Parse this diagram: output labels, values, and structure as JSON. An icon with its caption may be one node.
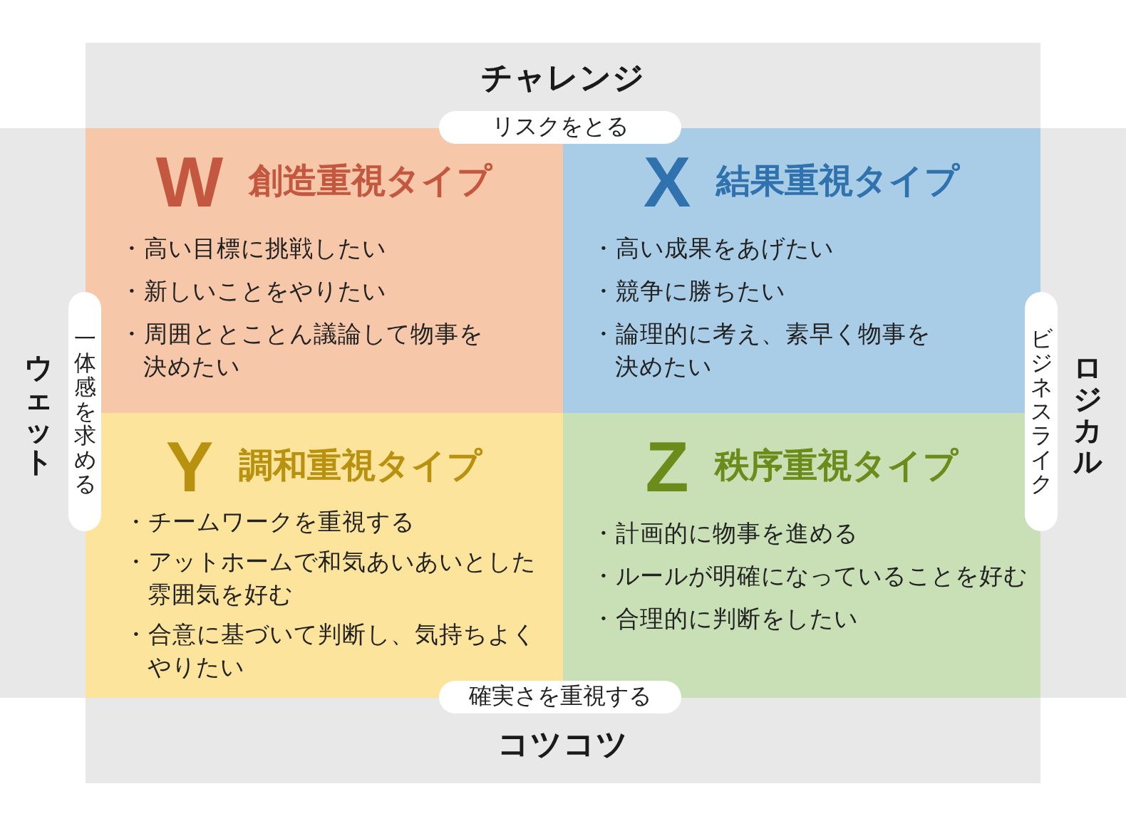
{
  "diagram": {
    "nodes": [
      {
        "text": [
          "リスクをとる"
        ]
      },
      {
        "text": [
          "一体感を求める"
        ]
      },
      {
        "text": [
          "W",
          "創造重視タイプ",
          "・高い目標に挑戦したい",
          "・新しいことをやりたい",
          "・周囲ととことん議論して物事を決めたい"
        ]
      },
      {
        "text": [
          "X",
          "結果重視タイプ",
          "・高い成果をあげたい",
          "・競争に勝ちたい",
          "・論理的に考え、素早く物事を決めたい"
        ]
      },
      {
        "text": [
          "ビジネスライク"
        ]
      },
      {
        "text": [
          "Y",
          "調和重視タイプ",
          "・チームワークを重視する",
          "・アットホームで和気あいあいとした雰囲気を好む",
          "・合意に基づいて判断し、気持ちよくやりたい"
        ]
      },
      {
        "text": [
          "Z",
          "秩序重視タイプ",
          "・計画的に物事を進める",
          "・ルールが明確になっていることを好む",
          "・合理的に判断をしたい"
        ]
      },
      {
        "text": [
          "確実さを重視する"
        ]
      }
    ],
    "labels": [
      "チャレンジ",
      "ウェット",
      "ロジカル",
      "コツコツ"
    ]
  }
}
